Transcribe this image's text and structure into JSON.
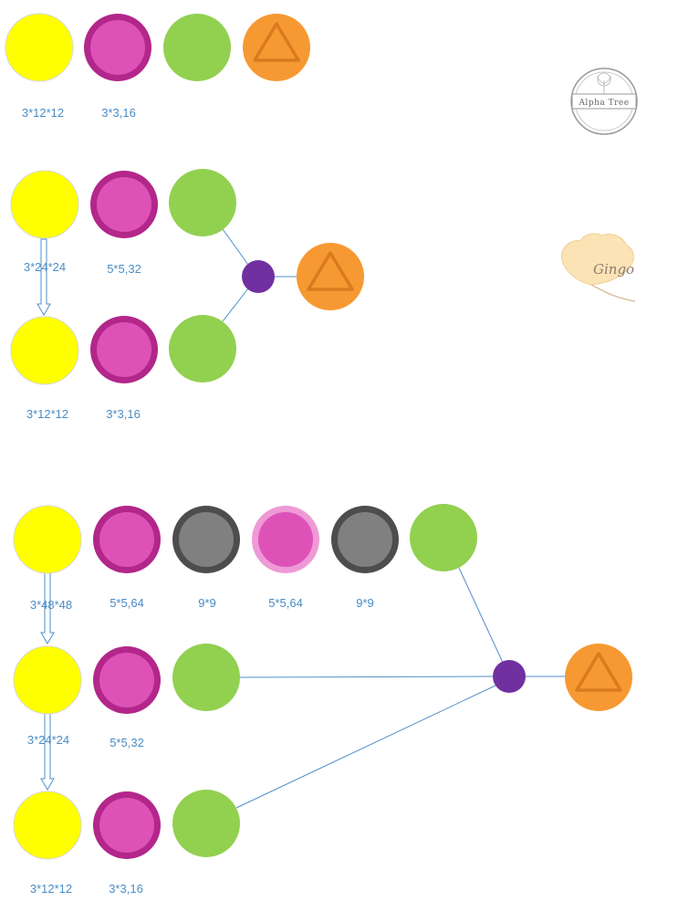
{
  "colors": {
    "yellow": "#ffff00",
    "yellow_stroke": "#d8d8d8",
    "magenta_outer": "#b3268a",
    "magenta_inner": "#de52b8",
    "pink_outer": "#ee9ad6",
    "gray_outer": "#4d4d4d",
    "gray_inner": "#808080",
    "green": "#92d050",
    "orange": "#f79932",
    "orange_tri": "#d97a1e",
    "purple": "#7030a0",
    "line": "#4f8fcb",
    "label": "#4a8cc4"
  },
  "labels": {
    "d1_input": "3*12*12",
    "d1_conv": "3*3,16",
    "d2_input_top": "3*24*24",
    "d2_conv_top": "5*5,32",
    "d2_input_bottom": "3*12*12",
    "d2_conv_bottom": "3*3,16",
    "d3_input_top": "3*48*48",
    "d3_conv1": "5*5,64",
    "d3_pool1": "9*9",
    "d3_conv2": "5*5,64",
    "d3_pool2": "9*9",
    "d3_input_mid": "3*24*24",
    "d3_conv_mid": "5*5,32",
    "d3_input_bottom": "3*12*12",
    "d3_conv_bottom": "3*3,16"
  },
  "logos": {
    "alpha_tree": "Alpha Tree",
    "gingo": "Gingo"
  }
}
